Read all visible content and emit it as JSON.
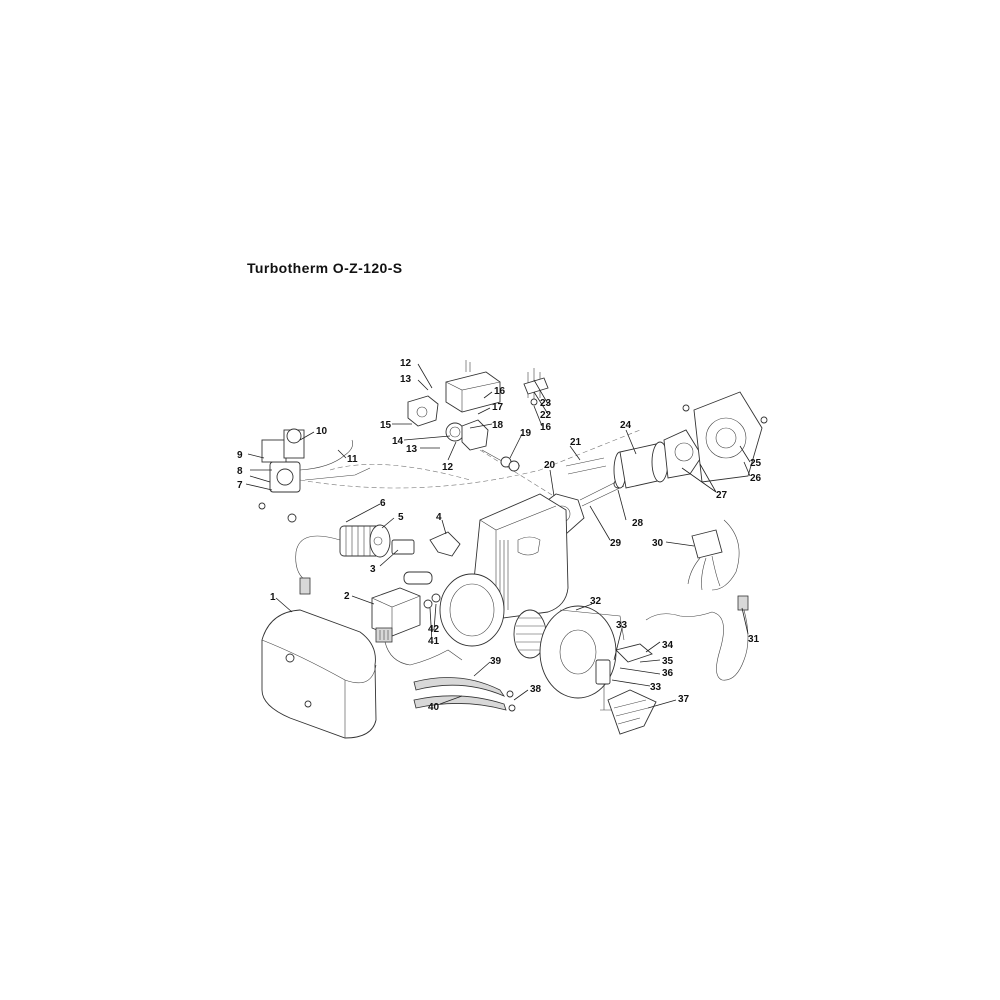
{
  "title": "Turbotherm O-Z-120-S",
  "labels": {
    "n1": "1",
    "n2": "2",
    "n3": "3",
    "n4": "4",
    "n5": "5",
    "n6": "6",
    "n7": "7",
    "n8": "8",
    "n9": "9",
    "n10": "10",
    "n11": "11",
    "n12a": "12",
    "n12b": "12",
    "n13a": "13",
    "n13b": "13",
    "n14": "14",
    "n15": "15",
    "n16a": "16",
    "n16b": "16",
    "n17": "17",
    "n18": "18",
    "n19": "19",
    "n20": "20",
    "n21": "21",
    "n22": "22",
    "n23": "23",
    "n24": "24",
    "n25": "25",
    "n26": "26",
    "n27": "27",
    "n28": "28",
    "n29": "29",
    "n30": "30",
    "n31": "31",
    "n32": "32",
    "n33a": "33",
    "n33b": "33",
    "n34": "34",
    "n35": "35",
    "n36": "36",
    "n37": "37",
    "n38": "38",
    "n39": "39",
    "n40": "40",
    "n41": "41",
    "n42": "42"
  }
}
